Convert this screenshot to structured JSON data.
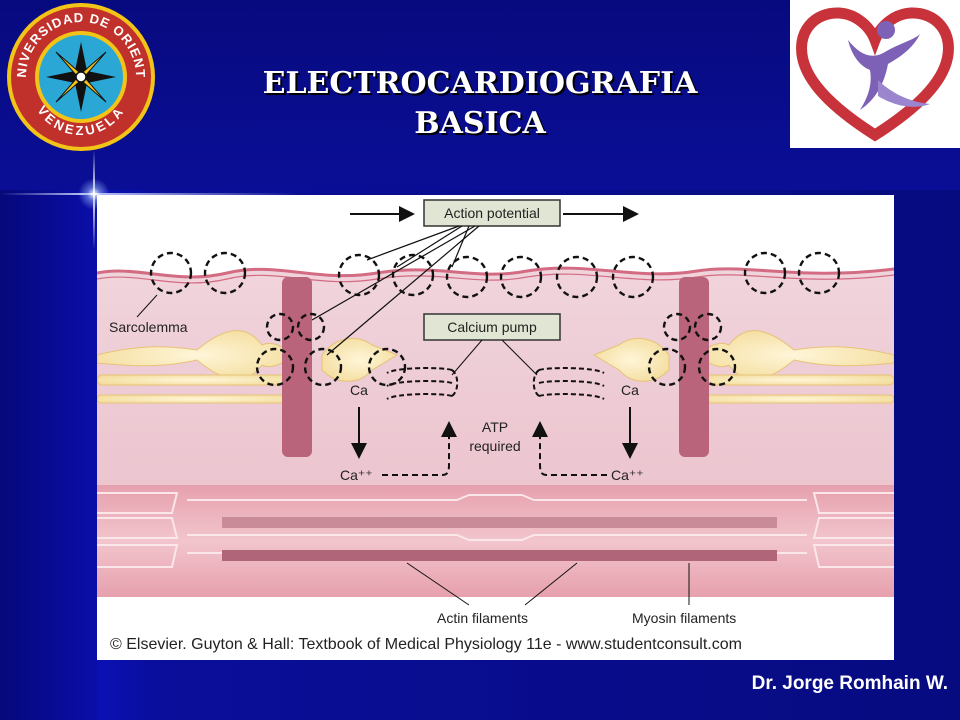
{
  "slide": {
    "title_line1": "ELECTROCARDIOGRAFIA",
    "title_line2": "BASICA",
    "author": "Dr. Jorge Romhain W.",
    "seal_text_top": "UNIVERSIDAD DE ORIENTE",
    "seal_text_bottom": "VENEZUELA",
    "colors": {
      "background": "#0a0e8e",
      "title": "#ffffff",
      "seal_ring": "#c0312b",
      "seal_inner": "#2aa7d4"
    }
  },
  "figure": {
    "labels": {
      "action_potential": "Action potential",
      "calcium_pump": "Calcium pump",
      "sarcolemma": "Sarcolemma",
      "ca_left": "Ca",
      "ca_right": "Ca",
      "ca_ion_left": "Ca⁺⁺",
      "ca_ion_right": "Ca⁺⁺",
      "atp_line1": "ATP",
      "atp_line2": "required",
      "actin": "Actin filaments",
      "myosin": "Myosin filaments"
    },
    "credit": "© Elsevier. Guyton & Hall: Textbook of Medical Physiology 11e - www.studentconsult.com"
  }
}
